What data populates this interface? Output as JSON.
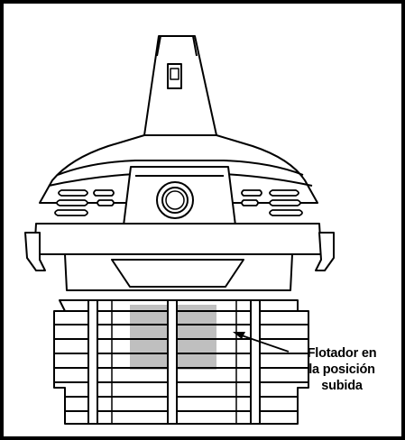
{
  "callout": {
    "lines": [
      "Flotador en",
      "la posición",
      "subida"
    ]
  },
  "colors": {
    "stroke": "#000000",
    "float": "#bfbfbf",
    "background": "#ffffff"
  }
}
